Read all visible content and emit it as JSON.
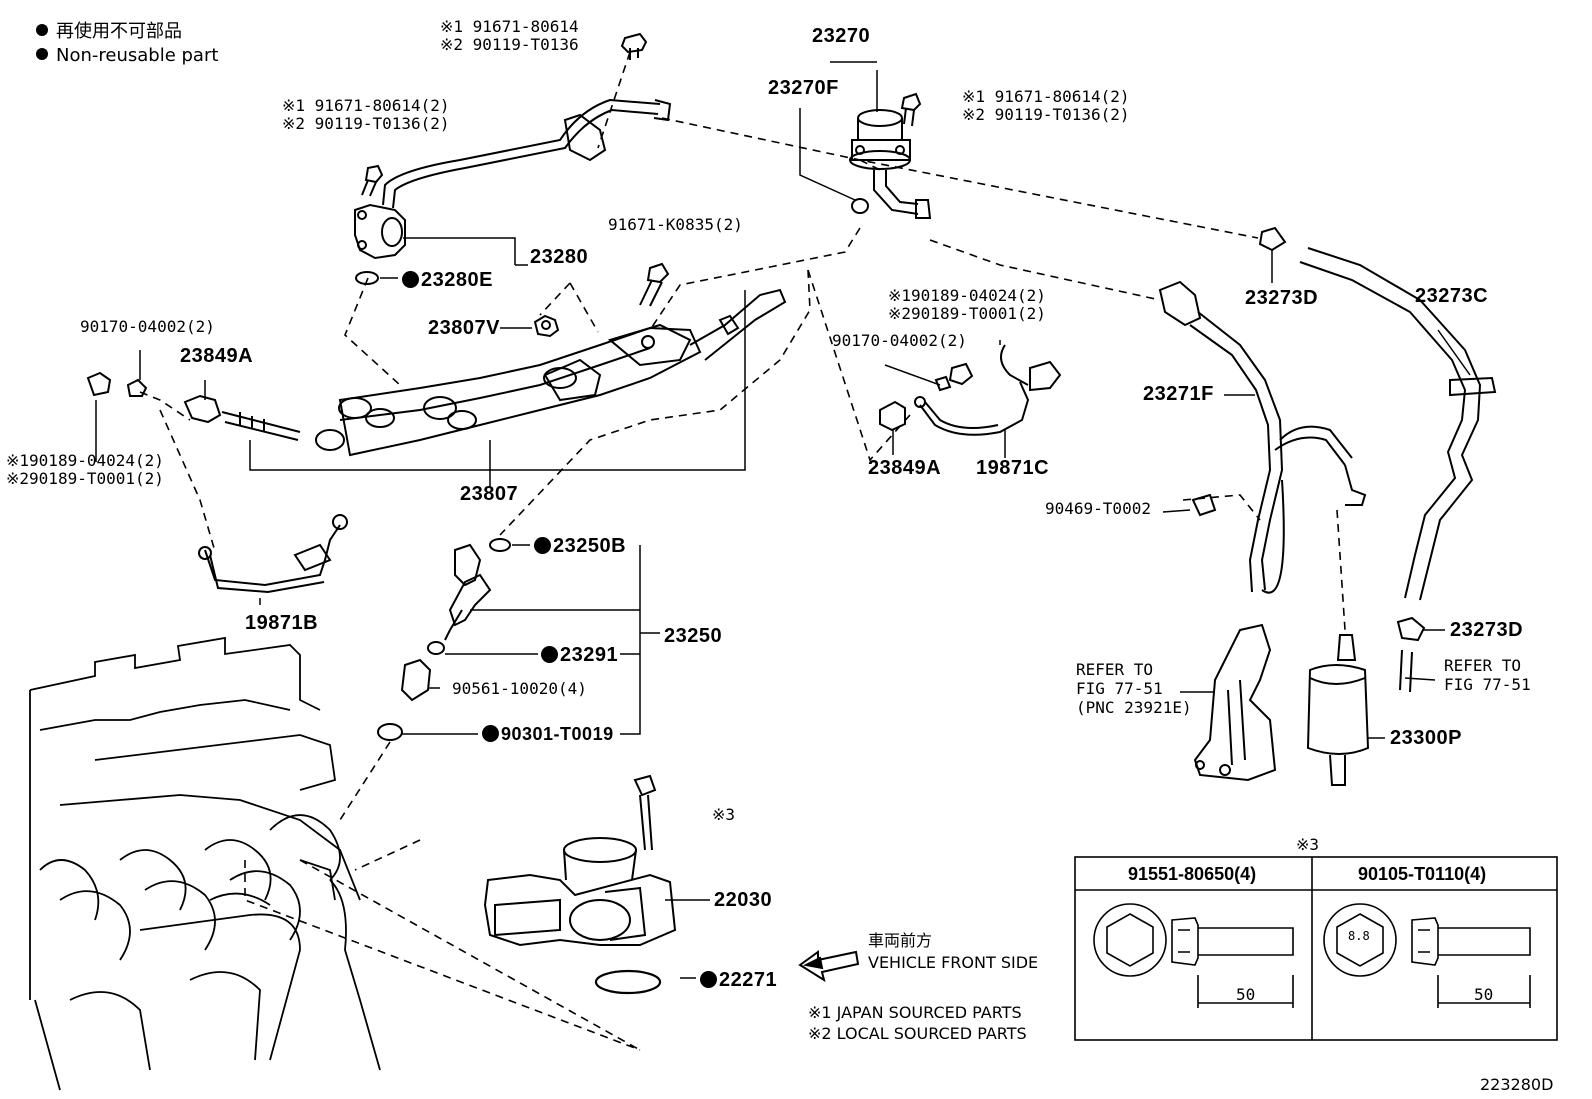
{
  "legend": {
    "jp": "再使用不可部品",
    "en": "Non-reusable part"
  },
  "callouts": {
    "bolt_top_1": "※1  91671-80614",
    "bolt_top_2": "※2  90119-T0136",
    "bolt_left_1": "※1  91671-80614(2)",
    "bolt_left_2": "※2  90119-T0136(2)",
    "bolt_right_1": "※1  91671-80614(2)",
    "bolt_right_2": "※2  90119-T0136(2)",
    "bolt_k0835": "91671-K0835(2)",
    "sensor_r_1": "※190189-04024(2)",
    "sensor_r_2": "※290189-T0001(2)",
    "nut_r": "90170-04002(2)",
    "nut_l": "90170-04002(2)",
    "sensor_l_1": "※190189-04024(2)",
    "sensor_l_2": "※290189-T0001(2)",
    "clip": "90469-T0002",
    "insulator": "90561-10020(4)",
    "star3": "※3"
  },
  "parts": {
    "p23270": "23270",
    "p23270F": "23270F",
    "p23280": "23280",
    "p23280E": "23280E",
    "p23807V": "23807V",
    "p23849A_l": "23849A",
    "p23849A_r": "23849A",
    "p23807": "23807",
    "p19871B": "19871B",
    "p19871C": "19871C",
    "p23273D_top": "23273D",
    "p23273C": "23273C",
    "p23271F": "23271F",
    "p23273D_bot": "23273D",
    "p23250B": "23250B",
    "p23250": "23250",
    "p23291": "23291",
    "p90301": "90301-T0019",
    "p22030": "22030",
    "p22271": "22271",
    "p23300P": "23300P"
  },
  "refer_left": [
    "REFER TO",
    "FIG 77-51",
    "(PNC 23921E)"
  ],
  "refer_right": [
    "REFER TO",
    "FIG 77-51"
  ],
  "direction": {
    "jp": "車両前方",
    "en": "VEHICLE FRONT SIDE"
  },
  "notes": [
    "※1 JAPAN SOURCED PARTS",
    "※2 LOCAL SOURCED PARTS"
  ],
  "bolt_table": {
    "title": "※3",
    "col1": "91551-80650(4)",
    "col2": "90105-T0110(4)",
    "head_mark": "8.8",
    "length1": "50",
    "length2": "50"
  },
  "figure_id": "223280D"
}
